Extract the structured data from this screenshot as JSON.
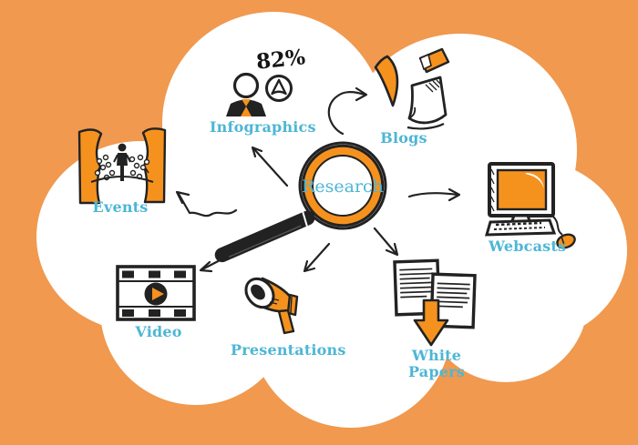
{
  "title": "Research content marketing cloud diagram",
  "colors": {
    "background": "#F0994F",
    "cloud": "#FFFFFF",
    "accent": "#F5921E",
    "label": "#4DB6D5",
    "ink": "#222222"
  },
  "center": {
    "label": "Research",
    "icon": "magnifying-glass-icon"
  },
  "nodes": [
    {
      "id": "infographics",
      "label": "Infographics",
      "stat": "82%",
      "icon": "person-pie-chart-icon"
    },
    {
      "id": "blogs",
      "label": "Blogs",
      "icon": "flying-papers-icon"
    },
    {
      "id": "events",
      "label": "Events",
      "icon": "stage-curtains-icon"
    },
    {
      "id": "webcasts",
      "label": "Webcasts",
      "icon": "desktop-computer-icon"
    },
    {
      "id": "video",
      "label": "Video",
      "icon": "film-strip-play-icon"
    },
    {
      "id": "presentations",
      "label": "Presentations",
      "icon": "megaphone-icon"
    },
    {
      "id": "white_papers",
      "label": "White Papers",
      "icon": "documents-download-icon"
    }
  ]
}
